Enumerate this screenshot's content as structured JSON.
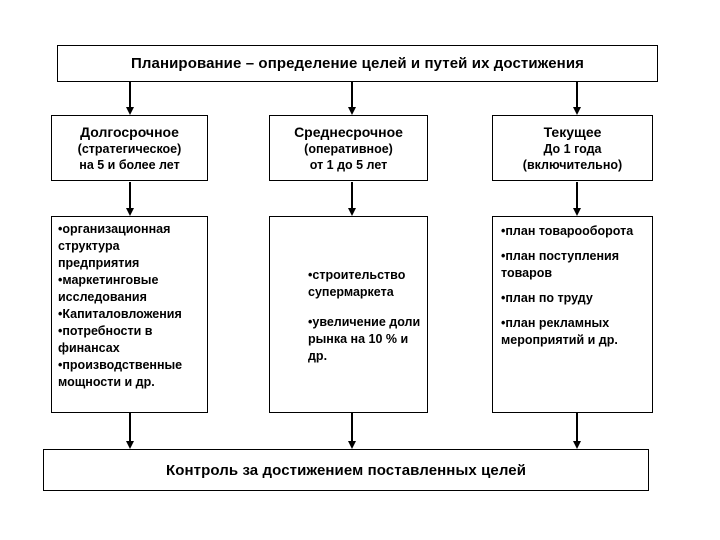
{
  "slide": {
    "title": "Планирование – определение целей и путей их достижения",
    "footer": "Контроль за достижением поставленных целей",
    "columns": [
      {
        "id": "long-term",
        "header": [
          "Долгосрочное",
          "(стратегическое)",
          "на 5 и более лет"
        ],
        "items": [
          "•организационная структура предприятия",
          "•маркетинговые исследования",
          "•Капиталовложения",
          "•потребности в финансах",
          "•производственные мощности и др."
        ]
      },
      {
        "id": "mid-term",
        "header": [
          "Среднесрочное",
          "(оперативное)",
          "от 1 до 5 лет"
        ],
        "items": [
          "•строительство супермаркета",
          "•увеличение доли рынка на 10 % и др."
        ]
      },
      {
        "id": "current",
        "header": [
          "Текущее",
          "До 1 года",
          "(включительно)"
        ],
        "items": [
          "•план товарооборота",
          "•план поступления товаров",
          "•план по труду",
          "•план рекламных мероприятий и др."
        ]
      }
    ]
  },
  "colors": {
    "background": "#ffffff",
    "border": "#000000",
    "text": "#000000"
  }
}
